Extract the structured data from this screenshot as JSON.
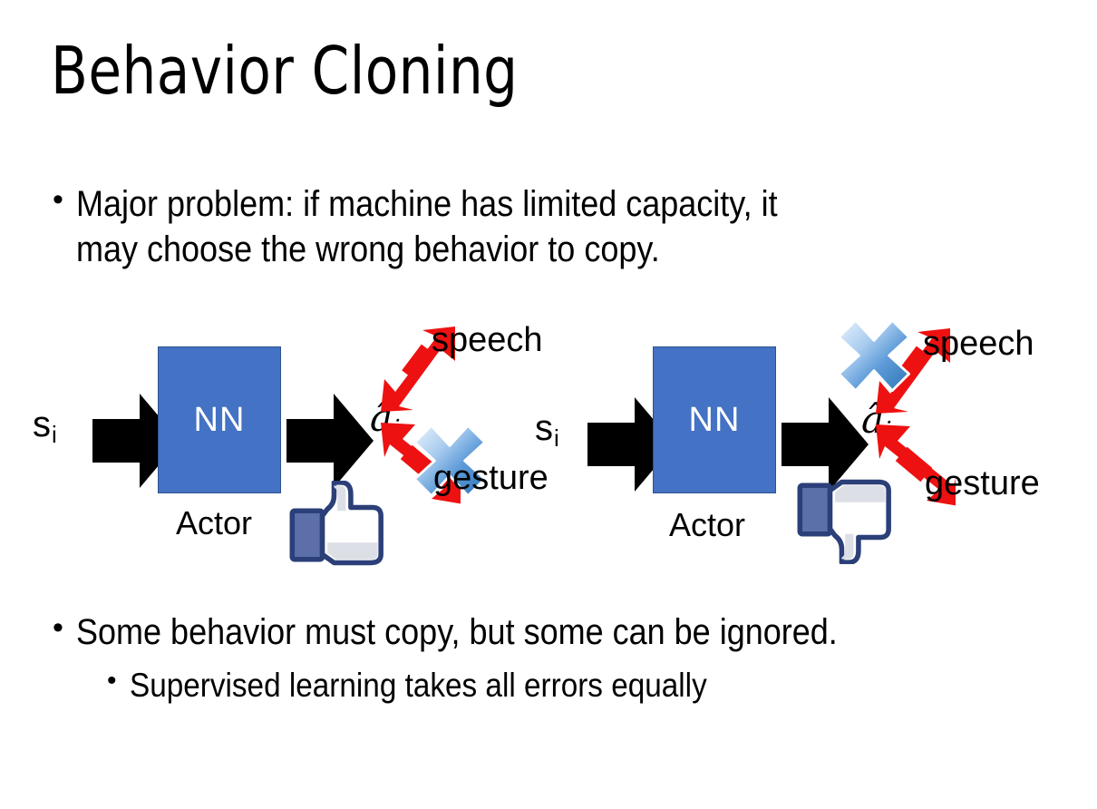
{
  "slide": {
    "title": "Behavior Cloning",
    "background_color": "#FFFFFF",
    "bullets": [
      {
        "marker": "•",
        "text": "Major problem: if machine has limited capacity, it\nmay choose the wrong behavior to copy.",
        "level": 1
      },
      {
        "marker": "•",
        "text": "Some behavior must copy, but some can be ignored.",
        "level": 1
      },
      {
        "marker": "•",
        "text": "Supervised learning takes all errors equally",
        "level": 2
      }
    ]
  },
  "colors": {
    "nn_box_fill": "#4472C4",
    "nn_box_border": "#2F528F",
    "nn_text": "#FFFFFF",
    "block_arrow": "#000000",
    "red_arrow": "#EE1111",
    "x_mark_light": "#DCEAFB",
    "x_mark_mid": "#7FB2E5",
    "x_mark_dark": "#2E75B6",
    "thumb_outline": "#3B5998",
    "thumb_fill": "#FFFFFF",
    "thumb_shade": "#DDDFE6",
    "thumb_cuff": "#5C6FA8",
    "text": "#000000"
  },
  "diagrams": [
    {
      "id": "left",
      "state_label": "s",
      "state_subscript": "i",
      "nn_label": "NN",
      "actor_label": "Actor",
      "action_label": "â",
      "action_subscript": "i",
      "outputs": [
        {
          "name": "speech",
          "label": "speech",
          "direction": "up-right",
          "crossed_out": false
        },
        {
          "name": "gesture",
          "label": "gesture",
          "direction": "down-right",
          "crossed_out": true
        }
      ],
      "feedback_icon": "thumbs-up-icon",
      "feedback_sentiment": "positive"
    },
    {
      "id": "right",
      "state_label": "s",
      "state_subscript": "i",
      "nn_label": "NN",
      "actor_label": "Actor",
      "action_label": "â",
      "action_subscript": "i",
      "outputs": [
        {
          "name": "speech",
          "label": "speech",
          "direction": "up-right",
          "crossed_out": true
        },
        {
          "name": "gesture",
          "label": "gesture",
          "direction": "down-right",
          "crossed_out": false
        }
      ],
      "feedback_icon": "thumbs-down-icon",
      "feedback_sentiment": "negative"
    }
  ]
}
